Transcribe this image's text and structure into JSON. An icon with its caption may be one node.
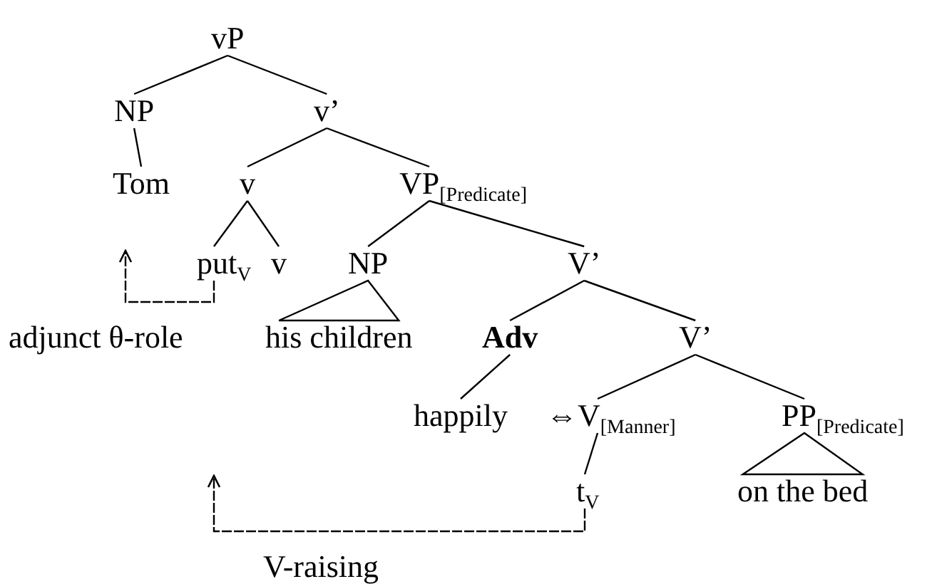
{
  "diagram": {
    "nodes": [
      {
        "text": [
          "vP"
        ]
      },
      {
        "text": [
          "NP"
        ]
      },
      {
        "text": [
          "v’"
        ]
      },
      {
        "text": [
          "Tom"
        ]
      },
      {
        "text": [
          "v"
        ]
      },
      {
        "text": [
          "VP$_{[Predicate]}$"
        ]
      },
      {
        "text": [
          "put$_{V}$"
        ]
      },
      {
        "text": [
          "v"
        ]
      },
      {
        "text": [
          "NP"
        ]
      },
      {
        "text": [
          "V’"
        ]
      },
      {
        "text": [
          "his children"
        ]
      },
      {
        "text": [
          "Adv"
        ]
      },
      {
        "text": [
          "V’"
        ]
      },
      {
        "text": [
          "happily"
        ]
      },
      {
        "text": [
          "⇔V$_{[Manner]}$"
        ]
      },
      {
        "text": [
          "PP$_{[Predicate]}$"
        ]
      },
      {
        "text": [
          "t$_{V}$"
        ]
      },
      {
        "text": [
          "on the bed"
        ]
      }
    ],
    "edges": [
      {
        "from": 0,
        "to": 1,
        "arrow": "none"
      },
      {
        "from": 0,
        "to": 2,
        "arrow": "none"
      },
      {
        "from": 1,
        "to": 3,
        "arrow": "none"
      },
      {
        "from": 2,
        "to": 4,
        "arrow": "none"
      },
      {
        "from": 2,
        "to": 5,
        "arrow": "none"
      },
      {
        "from": 4,
        "to": 6,
        "arrow": "none"
      },
      {
        "from": 4,
        "to": 7,
        "arrow": "none"
      },
      {
        "from": 5,
        "to": 8,
        "arrow": "none"
      },
      {
        "from": 5,
        "to": 9,
        "arrow": "none"
      },
      {
        "from": 8,
        "to": 10,
        "arrow": "none"
      },
      {
        "from": 9,
        "to": 11,
        "arrow": "none"
      },
      {
        "from": 9,
        "to": 12,
        "arrow": "none"
      },
      {
        "from": 11,
        "to": 13,
        "arrow": "none"
      },
      {
        "from": 12,
        "to": 14,
        "arrow": "none"
      },
      {
        "from": 12,
        "to": 15,
        "arrow": "none"
      },
      {
        "from": 14,
        "to": 16,
        "arrow": "none"
      },
      {
        "from": 15,
        "to": 17,
        "arrow": "none"
      },
      {
        "from": 6,
        "to": null,
        "arrow": "to",
        "style": "dashed",
        "label": "adjunct θ-role"
      },
      {
        "from": 16,
        "to": null,
        "arrow": "to",
        "style": "dashed",
        "label": "V-raising"
      }
    ]
  }
}
